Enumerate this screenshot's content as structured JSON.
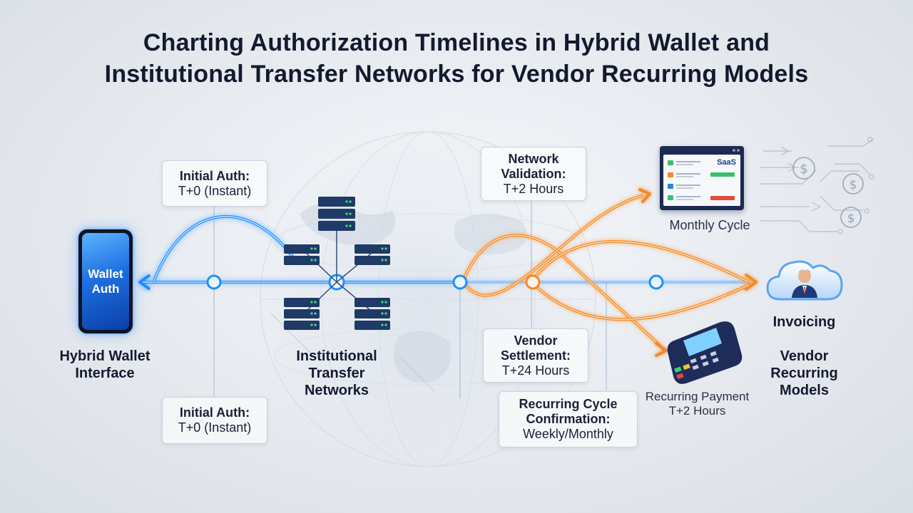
{
  "title": {
    "line1": "Charting Authorization Timelines in Hybrid Wallet and",
    "line2": "Institutional Transfer Networks for Vendor Recurring Models"
  },
  "phone": {
    "line1": "Wallet",
    "line2": "Auth"
  },
  "saas_tag": "SaaS",
  "cards": {
    "initial_auth_top": {
      "line1": "Initial Auth:",
      "line2": "T+0 (Instant)"
    },
    "initial_auth_bottom": {
      "line1": "Initial Auth:",
      "line2": "T+0 (Instant)"
    },
    "network_validation": {
      "line1": "Network",
      "line2": "Validation:",
      "line3": "T+2 Hours"
    },
    "vendor_settlement": {
      "line1": "Vendor",
      "line2": "Settlement:",
      "line3": "T+24 Hours"
    },
    "recurring_confirmation": {
      "line1": "Recurring Cycle",
      "line2": "Confirmation:",
      "line3": "Weekly/Monthly"
    }
  },
  "labels": {
    "hybrid_wallet": {
      "line1": "Hybrid Wallet",
      "line2": "Interface"
    },
    "institutional": {
      "line1": "Institutional",
      "line2": "Transfer",
      "line3": "Networks"
    },
    "monthly_cycle": "Monthly Cycle",
    "invoicing": "Invoicing",
    "vendor_models": {
      "line1": "Vendor",
      "line2": "Recurring",
      "line3": "Models"
    },
    "recurring_payment": {
      "line1": "Recurring Payment",
      "line2": "T+2 Hours"
    }
  },
  "colors": {
    "blue_flow": "#1f8fff",
    "orange_flow": "#f28a2a",
    "title": "#141a2e",
    "device_navy": "#1d2a52"
  },
  "icons": [
    "server-icon",
    "smartphone-icon",
    "saas-window-icon",
    "cloud-user-icon",
    "card-terminal-icon",
    "dollar-icon"
  ]
}
